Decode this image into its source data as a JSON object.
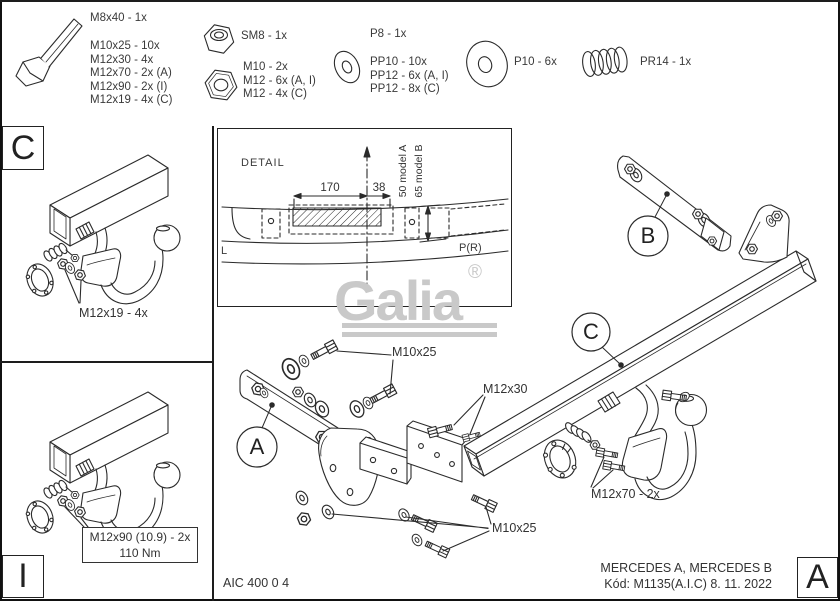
{
  "parts_strip": {
    "bolt_group": {
      "title": "M8x40 - 1x",
      "items": [
        "M10x25 - 10x",
        "M12x30 - 4x",
        "M12x70 - 2x (A)",
        "M12x90 - 2x (I)",
        "M12x19 - 4x (C)"
      ]
    },
    "locknut_group": {
      "label": "SM8 - 1x"
    },
    "nut_group": {
      "items": [
        "M10 - 2x",
        "M12 - 6x (A, I)",
        "M12 - 4x (C)"
      ]
    },
    "washer_group": {
      "title": "P8 - 1x",
      "items": [
        "PP10 - 10x",
        "PP12 - 6x (A, I)",
        "PP12 - 8x (C)"
      ]
    },
    "big_washer_group": {
      "label": "P10 - 6x"
    },
    "spring_group": {
      "label": "PR14 - 1x"
    }
  },
  "panel_c": {
    "letter": "C",
    "callout": "M12x19 - 4x"
  },
  "panel_i": {
    "letter": "I",
    "callout_line1": "M12x90 (10.9) - 2x",
    "callout_line2": "110 Nm"
  },
  "detail": {
    "title": "DETAIL",
    "dim_main": "170",
    "dim_offset": "38",
    "model_a": "50 model A",
    "model_b": "65 model B",
    "left": "L",
    "right": "P(R)"
  },
  "logo": {
    "brand": "Galia",
    "reg": "®"
  },
  "diagram": {
    "balloon_a": "A",
    "balloon_b": "B",
    "balloon_c": "C",
    "callout_m10x25_top": "M10x25",
    "callout_m12x30": "M12x30",
    "callout_m12x70": "M12x70 - 2x",
    "callout_m10x25_bottom": "M10x25"
  },
  "footer": {
    "drawing_number": "AIC 400 0 4",
    "vehicle": "MERCEDES A, MERCEDES B",
    "code": "Kód: M1135(A.I.C)  8. 11. 2022",
    "sheet_letter": "A"
  },
  "colors": {
    "line": "#2b2b2b",
    "logo_gray": "#c9c9c9"
  }
}
